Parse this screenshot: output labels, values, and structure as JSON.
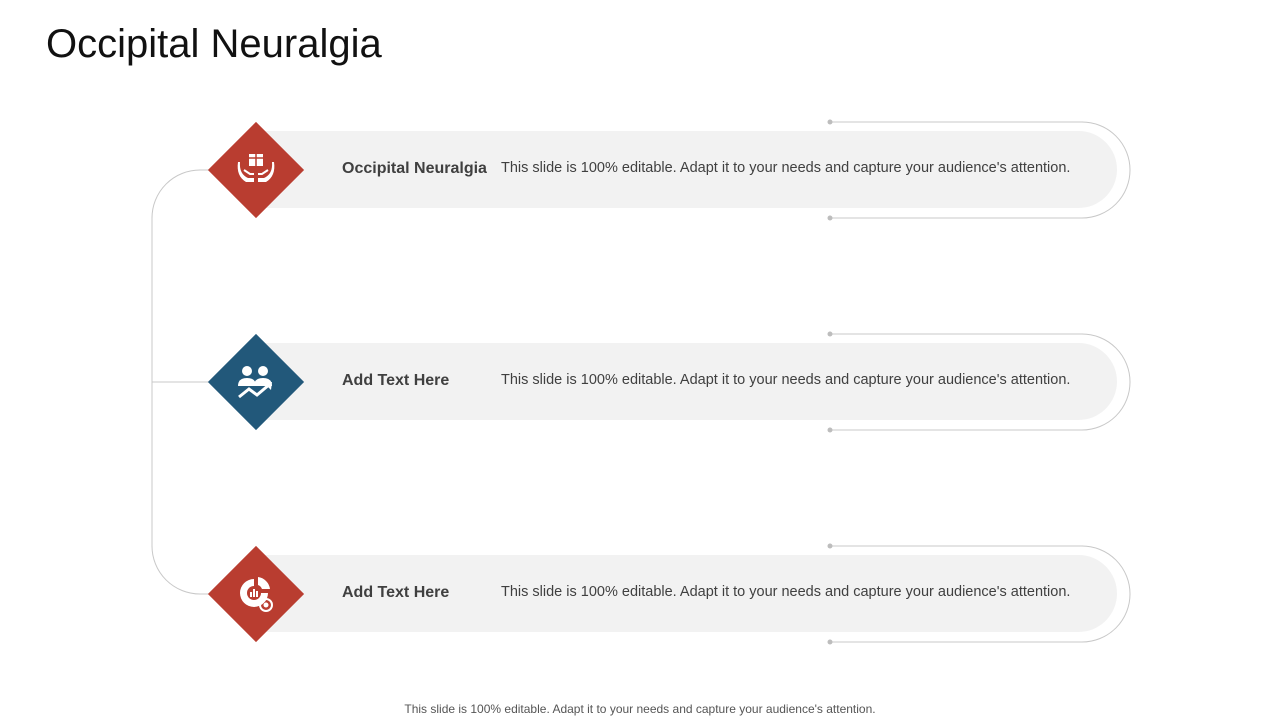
{
  "title": "Occipital Neuralgia",
  "colors": {
    "red": "#b93d30",
    "blue": "#22587a",
    "bar": "#f2f2f2",
    "line": "#c8c8c8",
    "text": "#404040"
  },
  "items": [
    {
      "heading": "Occipital Neuralgia",
      "text": "This slide is 100% editable. Adapt it to your needs and capture your audience's attention.",
      "icon": "hands-holding-box-icon",
      "color": "red"
    },
    {
      "heading": "Add Text Here",
      "text": "This slide is 100% editable. Adapt it to your needs and capture your audience's attention.",
      "icon": "people-growth-arrow-icon",
      "color": "blue"
    },
    {
      "heading": "Add Text Here",
      "text": "This slide is 100% editable. Adapt it to your needs and capture your audience's attention.",
      "icon": "pie-chart-coin-icon",
      "color": "red"
    }
  ],
  "footer": "This slide is 100% editable. Adapt it to your needs and capture your audience's attention."
}
